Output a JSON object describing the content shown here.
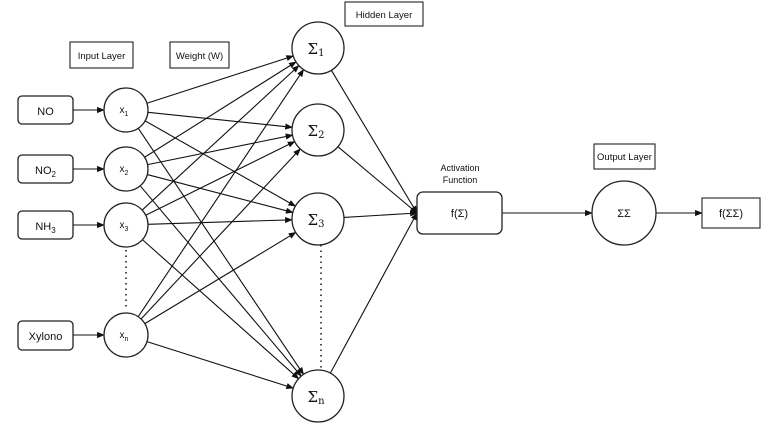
{
  "headers": {
    "input_layer": "Input Layer",
    "weight": "Weight (W)",
    "hidden_layer": "Hidden Layer",
    "activation_line1": "Activation",
    "activation_line2": "Function",
    "output_layer": "Output Layer"
  },
  "inputs": [
    {
      "label": "NO",
      "sub": ""
    },
    {
      "label": "NO",
      "sub": "2"
    },
    {
      "label": "NH",
      "sub": "3"
    },
    {
      "label": "Xylono",
      "sub": ""
    }
  ],
  "input_nodes": [
    {
      "base": "x",
      "sub": "1"
    },
    {
      "base": "x",
      "sub": "2"
    },
    {
      "base": "x",
      "sub": "3"
    },
    {
      "base": "x",
      "sub": "n"
    }
  ],
  "hidden_nodes": [
    {
      "base": "Σ",
      "sub": "1"
    },
    {
      "base": "Σ",
      "sub": "2"
    },
    {
      "base": "Σ",
      "sub": "3"
    },
    {
      "base": "Σ",
      "sub": "n"
    }
  ],
  "activation": {
    "label": "f(Σ)"
  },
  "output_node": {
    "label": "ΣΣ"
  },
  "output_result": {
    "label": "f(ΣΣ)"
  }
}
